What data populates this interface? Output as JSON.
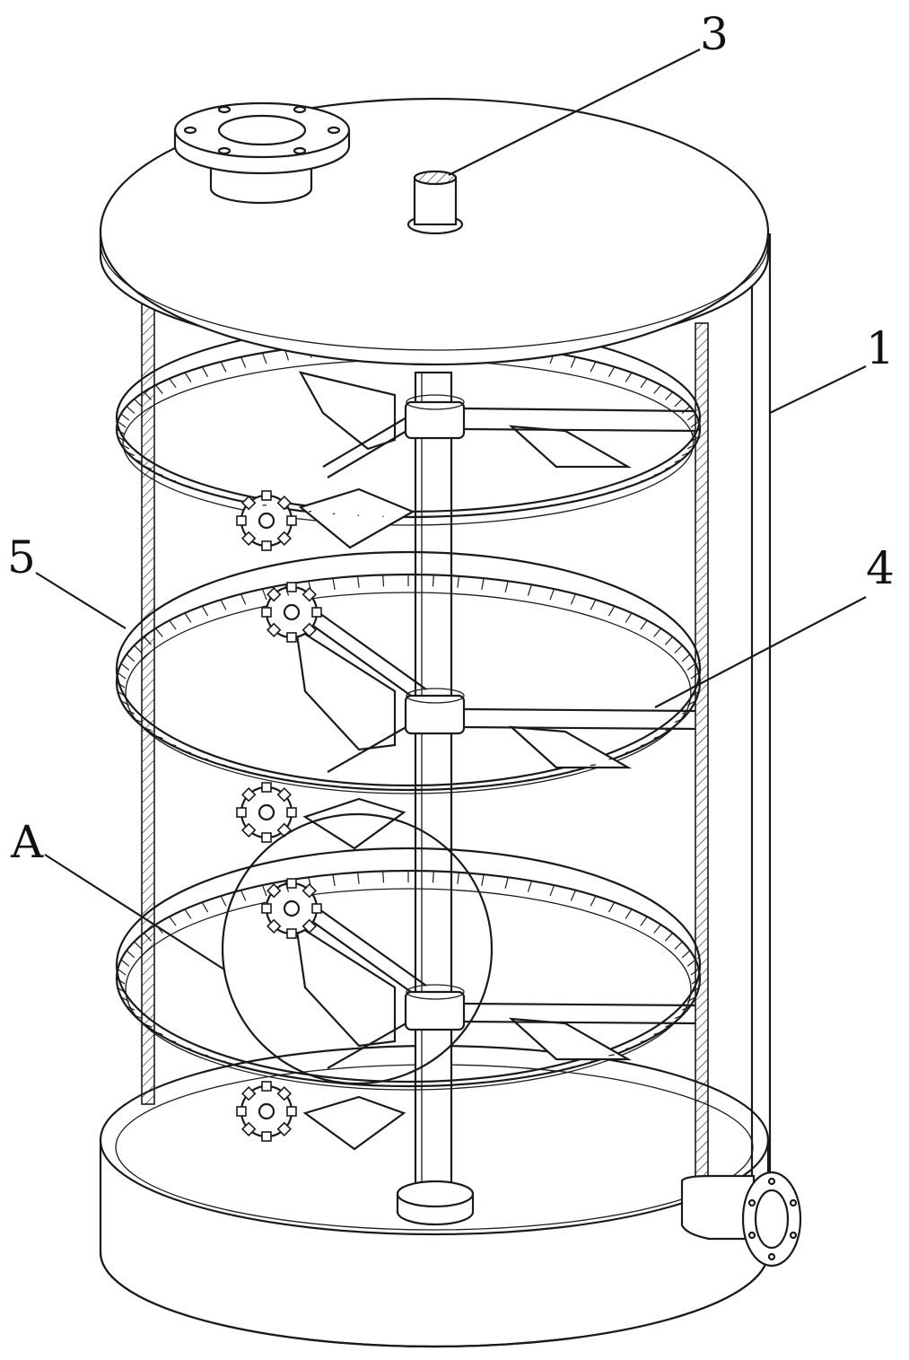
{
  "labels": {
    "l3": "3",
    "l1": "1",
    "l5": "5",
    "l4": "4",
    "lA": "A"
  },
  "colors": {
    "line": "#1a1a1a",
    "background": "#ffffff"
  }
}
